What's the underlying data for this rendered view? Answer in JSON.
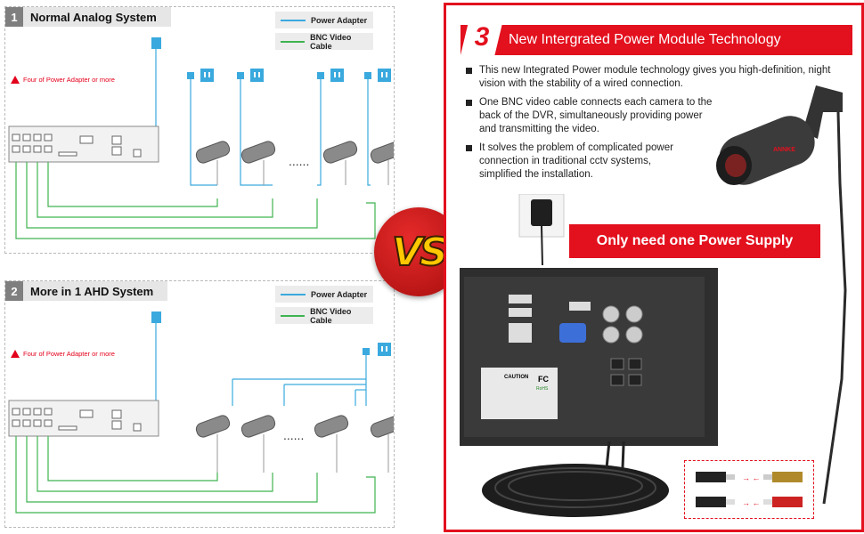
{
  "left": {
    "panel1": {
      "number": "1",
      "title": "Normal Analog System",
      "legend_power": "Power Adapter",
      "legend_bnc": "BNC Video Cable",
      "warning": "Four of Power Adapter or more",
      "dots": "......"
    },
    "panel2": {
      "number": "2",
      "title": "More in 1 AHD System",
      "legend_power": "Power Adapter",
      "legend_bnc": "BNC Video Cable",
      "warning": "Four of Power Adapter or more",
      "dots": "......"
    }
  },
  "vs_label": "VS",
  "right": {
    "number": "3",
    "title": "New Intergrated Power Module Technology",
    "bullets": [
      "This new Integrated Power module technology gives you high-definition, night vision with the stability of a wired connection.",
      "One BNC video cable connects each camera to the back of the DVR,  simultaneously providing power and transmitting the video.",
      "It solves the problem of complicated power connection in traditional cctv systems, simplified the installation."
    ],
    "banner": "Only need one Power Supply",
    "caution_label": "CAUTION",
    "fc_label": "FC",
    "rohs_label": "RoHS",
    "camera_brand": "ANNKE"
  },
  "colors": {
    "accent_red": "#e3101e",
    "power_blue": "#3aa9de",
    "bnc_green": "#3fb34f"
  }
}
